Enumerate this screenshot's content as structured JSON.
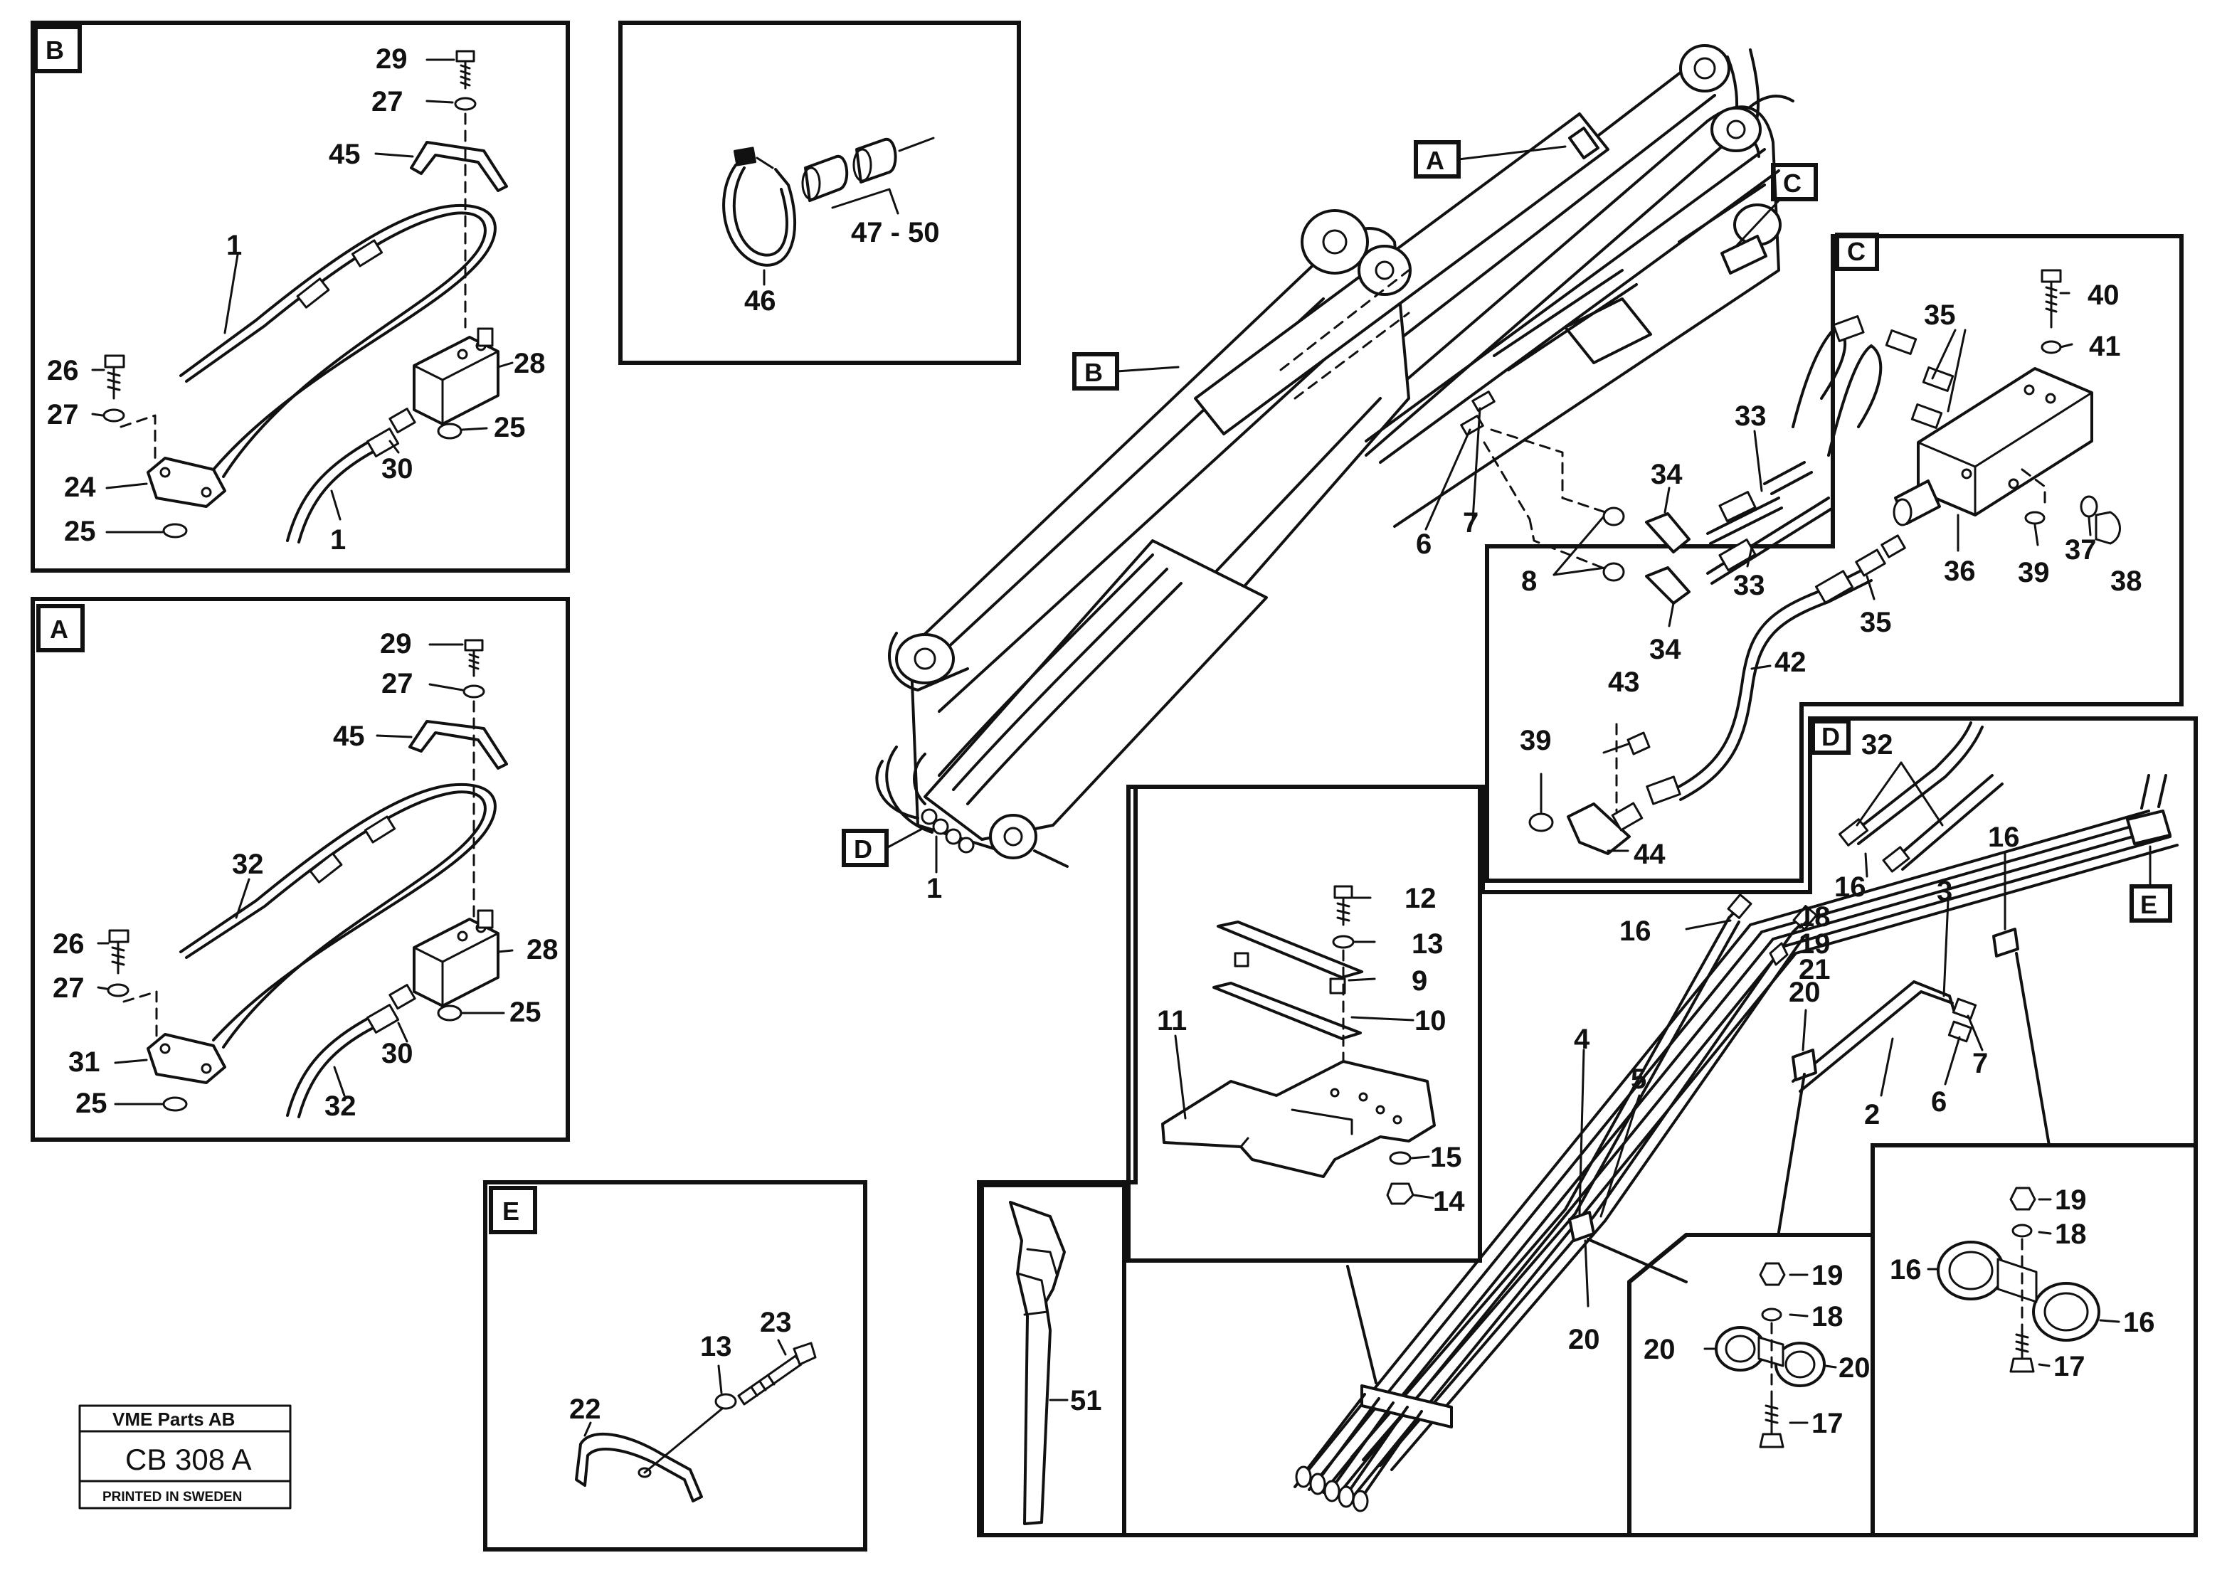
{
  "detail_tags": {
    "A": "A",
    "B": "B",
    "C": "C",
    "D": "D",
    "E": "E"
  },
  "stamp": {
    "company": "VME Parts AB",
    "code": "CB 308 A",
    "printed": "PRINTED IN SWEDEN"
  },
  "callouts": {
    "b29": "29",
    "b27": "27",
    "b45": "45",
    "b1": "1",
    "b26": "26",
    "b27b": "27",
    "b28": "28",
    "b24": "24",
    "b25": "25",
    "b30": "30",
    "b25b": "25",
    "b1b": "1",
    "k46": "46",
    "k4750": "47 - 50",
    "a29": "29",
    "a27": "27",
    "a45": "45",
    "a32": "32",
    "a26": "26",
    "a27b": "27",
    "a28": "28",
    "a31": "31",
    "a25": "25",
    "a30": "30",
    "a25b": "25",
    "a32b": "32",
    "e13": "13",
    "e23": "23",
    "e22": "22",
    "m6": "6",
    "m7": "7",
    "m1": "1",
    "c35": "35",
    "c40": "40",
    "c41": "41",
    "c33": "33",
    "c34": "34",
    "c8": "8",
    "c34b": "34",
    "c33b": "33",
    "c35b": "35",
    "c36": "36",
    "c39": "39",
    "c37": "37",
    "c38": "38",
    "c42": "42",
    "c43": "43",
    "c39b": "39",
    "c44": "44",
    "d32": "32",
    "d16": "16",
    "d16b": "16",
    "d18": "18",
    "d19": "19",
    "d21": "21",
    "d3": "3",
    "d16c": "16",
    "d20": "20",
    "d4": "4",
    "d5": "5",
    "d2": "2",
    "d6": "6",
    "d7": "7",
    "d20b": "20",
    "p12": "12",
    "p13": "13",
    "p9": "9",
    "p10": "10",
    "p11": "11",
    "p15": "15",
    "p14": "14",
    "s51": "51",
    "f19": "19",
    "f18": "18",
    "f20": "20",
    "f20b": "20",
    "f17": "17",
    "g19": "19",
    "g18": "18",
    "g16": "16",
    "g16b": "16",
    "g17": "17"
  }
}
